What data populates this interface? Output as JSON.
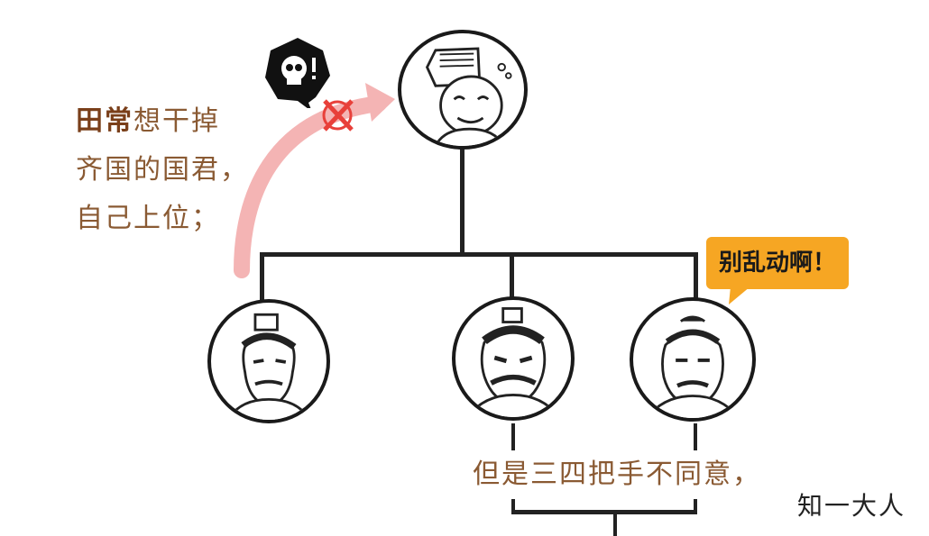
{
  "caption_left": {
    "name": "田常",
    "line1_rest": "想干掉",
    "line2": "齐国的国君，",
    "line3": "自己上位；"
  },
  "caption_bottom": "但是三四把手不同意，",
  "speech_bubble": "别乱动啊！",
  "watermark": "知一大人",
  "colors": {
    "caption": "#8a5a33",
    "speech_bg": "#f6a623",
    "arrow": "#f4b4b4",
    "cross": "#e8403a"
  },
  "icons": {
    "skull_bubble": "skull-icon",
    "cross_mark": "cross-icon"
  }
}
